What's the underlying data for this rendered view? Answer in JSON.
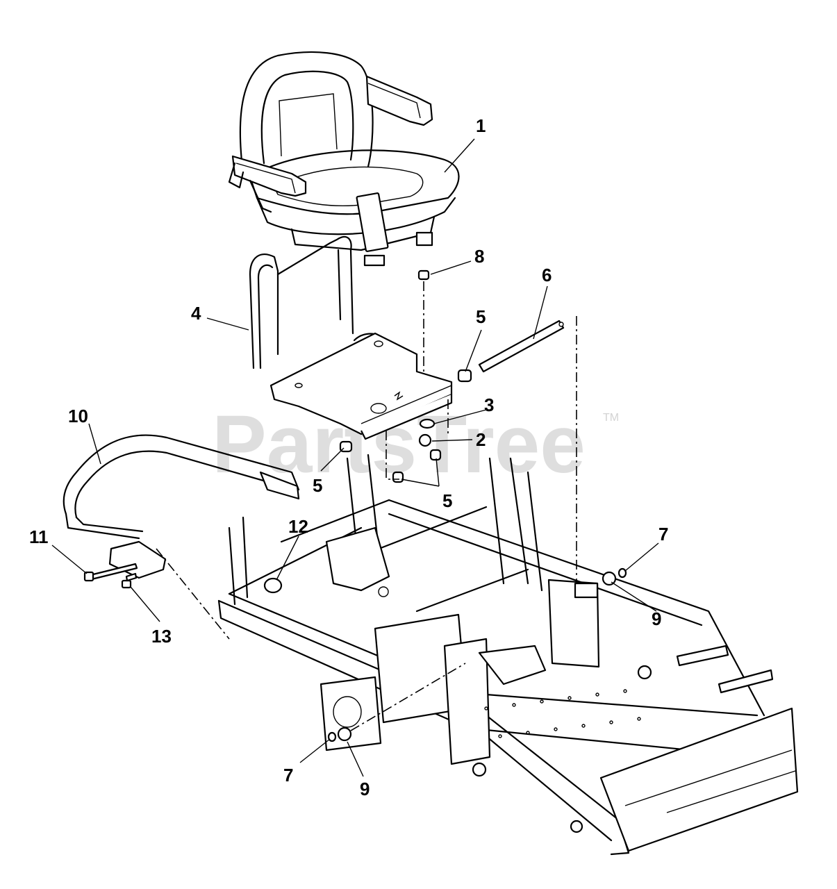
{
  "watermark": {
    "text": "PartsTree",
    "trademark": "TM"
  },
  "callouts": {
    "c1": "1",
    "c2": "2",
    "c3": "3",
    "c4": "4",
    "c5a": "5",
    "c5b": "5",
    "c5c": "5",
    "c6": "6",
    "c7a": "7",
    "c7b": "7",
    "c8": "8",
    "c9a": "9",
    "c9b": "9",
    "c10": "10",
    "c11": "11",
    "c12": "12",
    "c13": "13"
  }
}
